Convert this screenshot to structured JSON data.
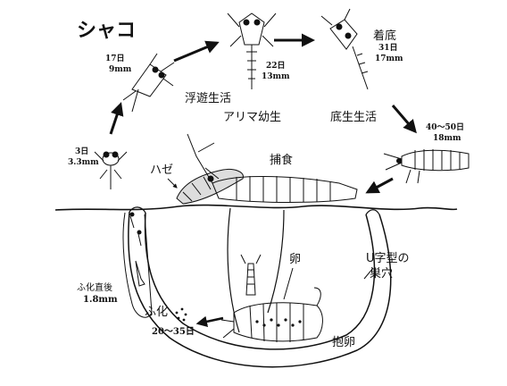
{
  "title": "シャコ",
  "stages": {
    "day3": {
      "day": "3日",
      "size": "3.3mm"
    },
    "day17": {
      "day": "17日",
      "size": "9mm"
    },
    "day22": {
      "day": "22日",
      "size": "13mm"
    },
    "settle": {
      "label": "着底",
      "day": "31日",
      "size": "17mm"
    },
    "day40": {
      "day": "40〜50日",
      "size": "18mm"
    },
    "hatch": {
      "label": "ふ化直後",
      "size": "1.8mm"
    },
    "hatch_days": "20〜35日"
  },
  "labels": {
    "planktonic": "浮遊生活",
    "alima": "アリマ幼生",
    "benthic": "底生生活",
    "predation": "捕食",
    "goby": "ハゼ",
    "egg": "卵",
    "burrow_line1": "U字型の",
    "burrow_line2": "巣穴",
    "hatching": "ふ化",
    "brooding": "抱卵"
  },
  "colors": {
    "ink": "#111111",
    "background": "#ffffff"
  }
}
